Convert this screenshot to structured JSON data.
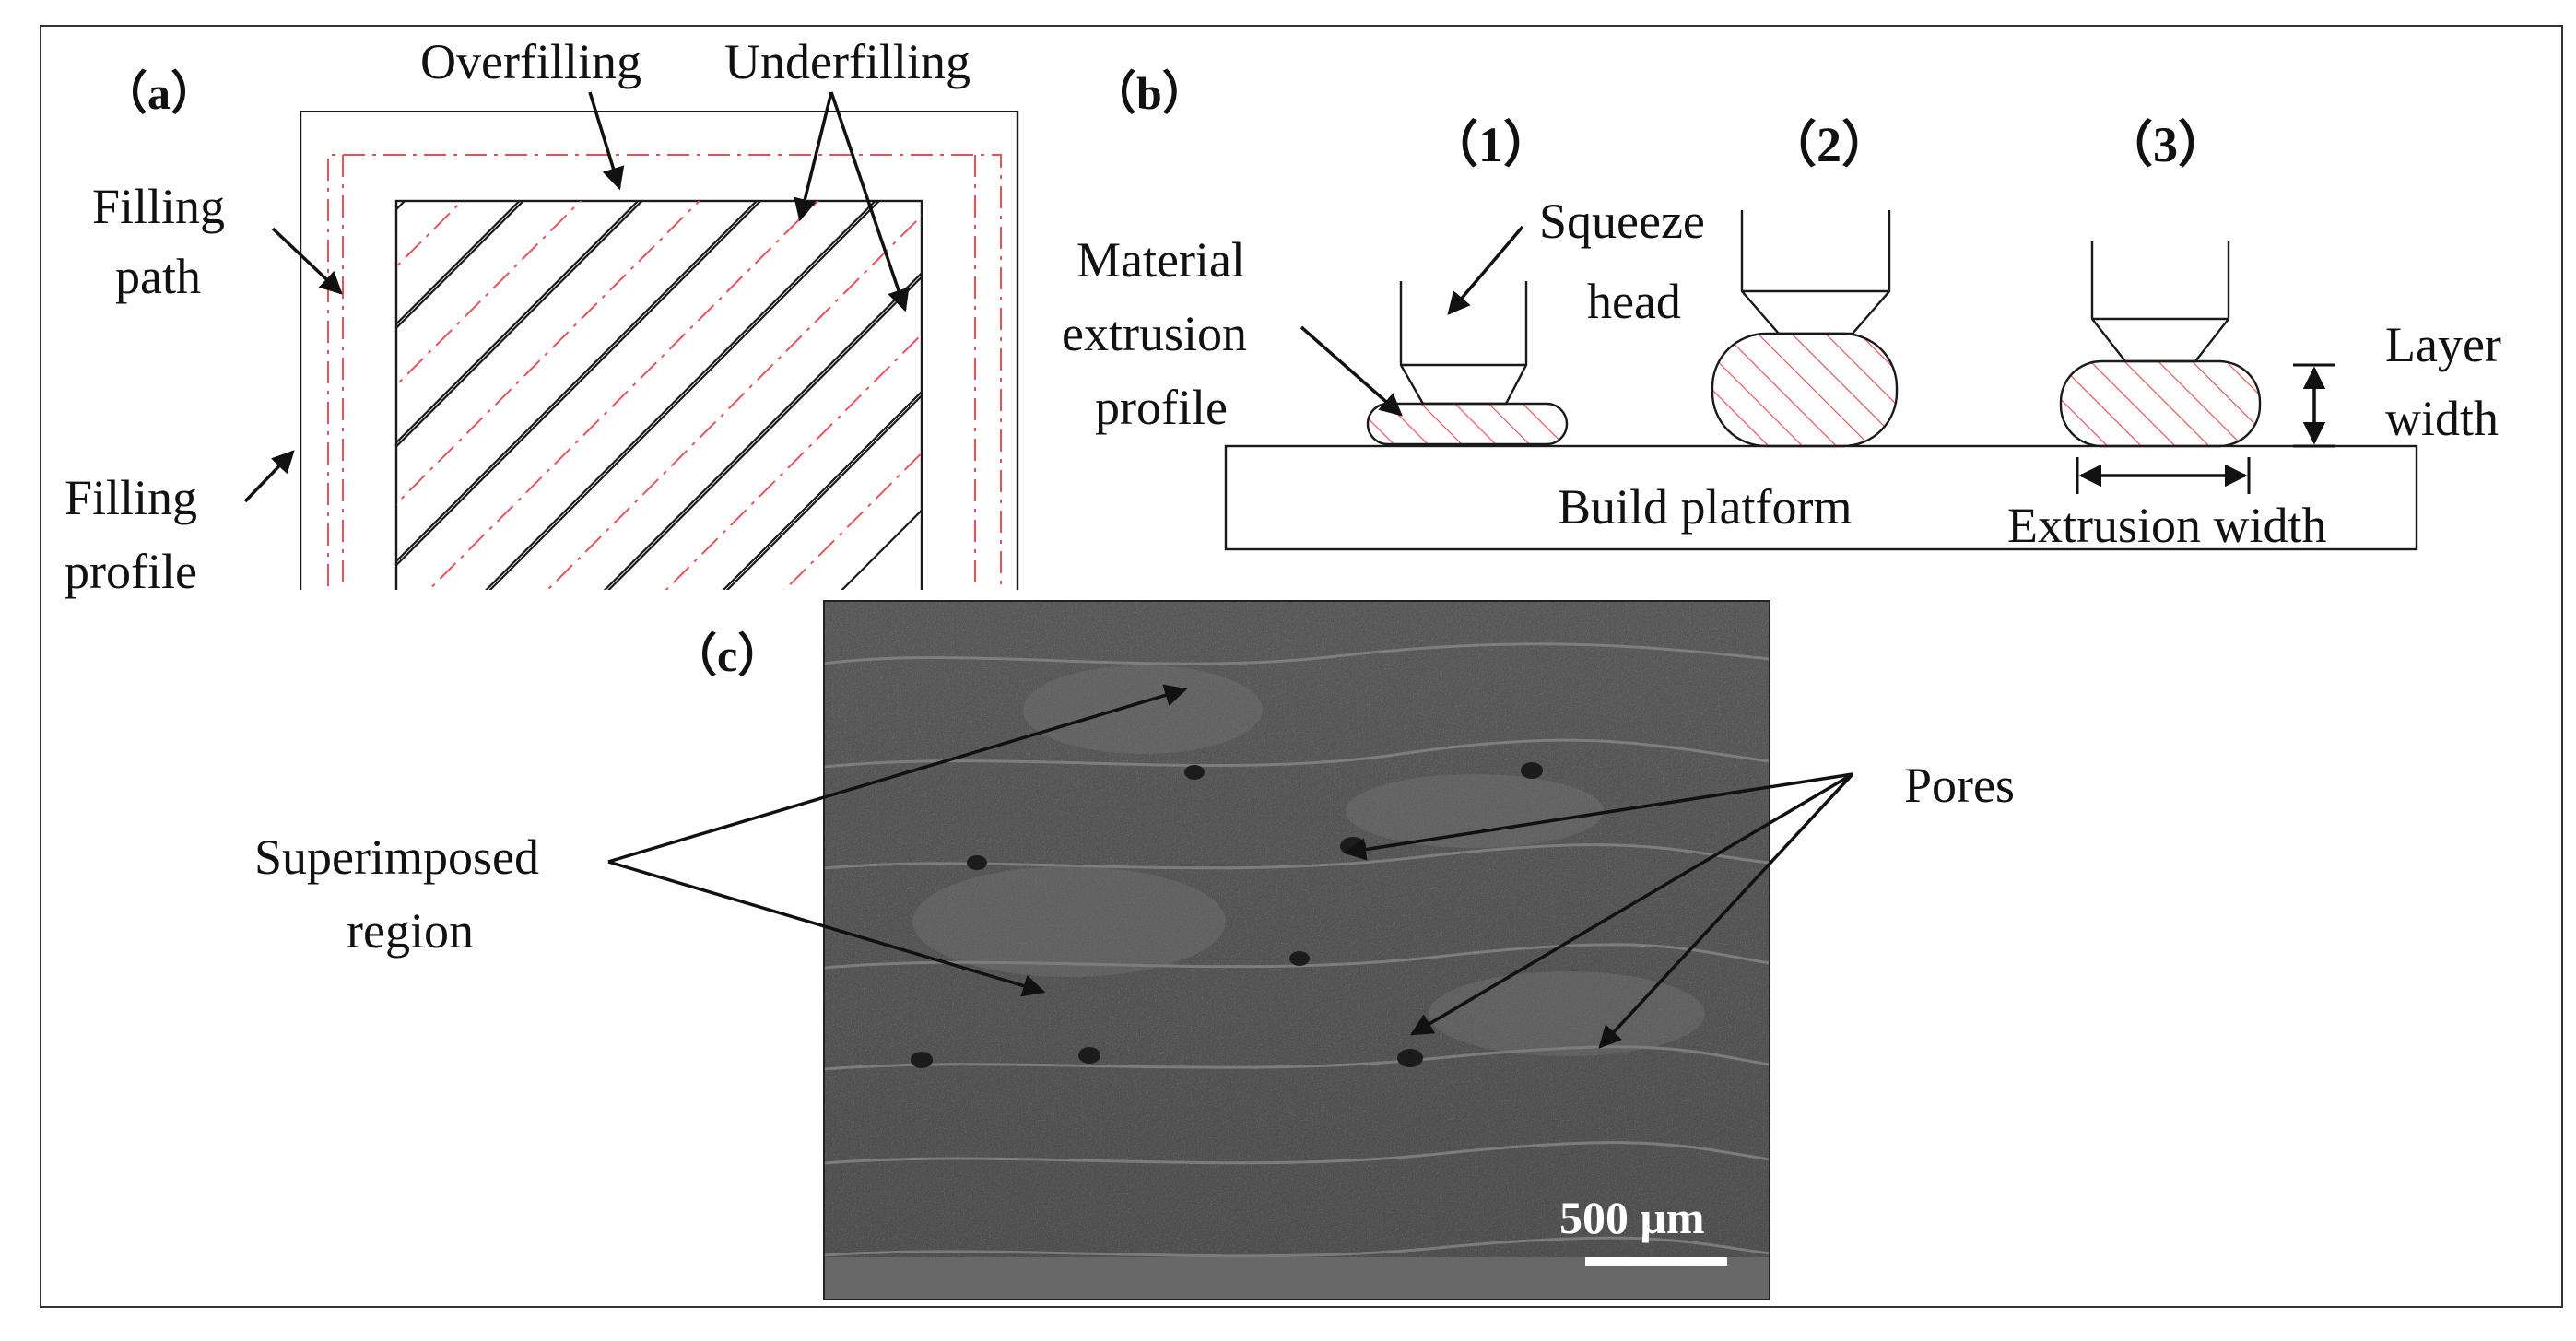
{
  "panel_a": {
    "tag": "（a）",
    "overfilling": "Overfilling",
    "underfilling": "Underfilling",
    "filling_path_1": "Filling",
    "filling_path_2": "path",
    "filling_profile_1": "Filling",
    "filling_profile_2": "profile"
  },
  "panel_b": {
    "tag": "（b）",
    "step1": "（1）",
    "step2": "（2）",
    "step3": "（3）",
    "material_1": "Material",
    "material_2": "extrusion",
    "material_3": "profile",
    "squeeze_1": "Squeeze",
    "squeeze_2": "head",
    "layer_1": "Layer",
    "layer_2": "width",
    "build_platform": "Build platform",
    "extrusion_width": "Extrusion width"
  },
  "panel_c": {
    "tag": "（c）",
    "superimposed_1": "Superimposed",
    "superimposed_2": "region",
    "pores": "Pores",
    "scale_bar": "500 μm"
  },
  "colors": {
    "hatch": "#e8525a",
    "centerline": "#e8525a",
    "outline": "#1a1a1a",
    "sem_base": "#4a4a4a"
  }
}
